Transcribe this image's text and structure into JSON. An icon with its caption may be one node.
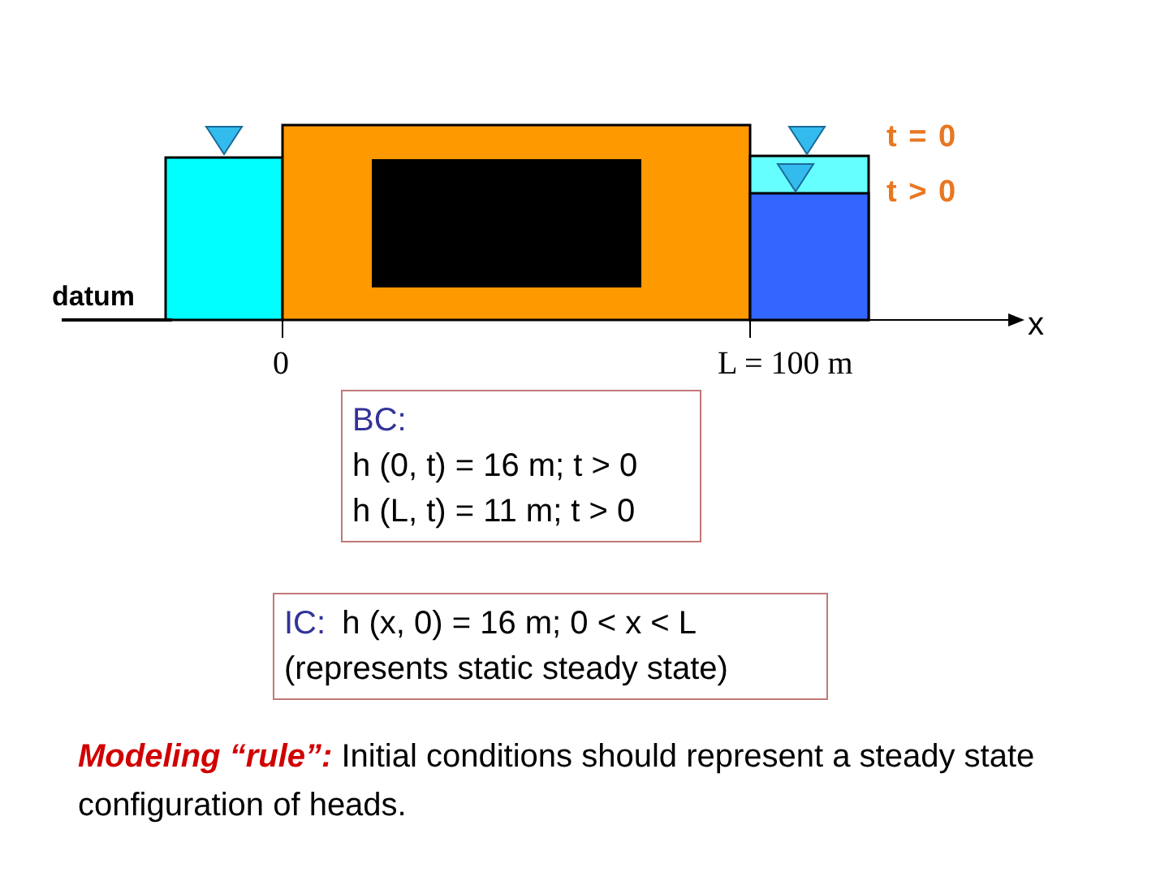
{
  "diagram": {
    "nodes": [
      {
        "text": [
          "BC:",
          "h (0, t) = 16 m; t > 0",
          "h (L, t) = 11 m; t > 0"
        ]
      },
      {
        "text": [
          "IC:",
          "h (x, 0) = 16 m; 0 < x < L",
          "(represents static steady state)"
        ]
      }
    ],
    "edges": [],
    "labels": [
      "t = 0",
      "t > 0",
      "datum",
      "x",
      "0",
      "L = 100 m",
      "**Modeling “rule”:**  Initial conditions should represent a steady state configuration of heads."
    ]
  }
}
